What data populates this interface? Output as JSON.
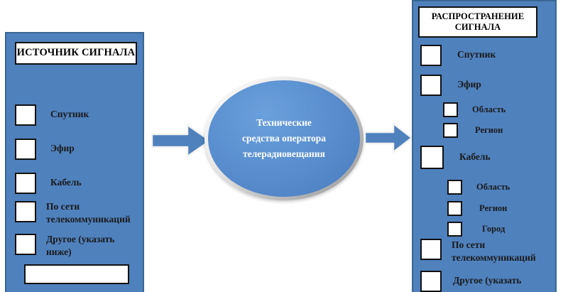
{
  "diagram": {
    "left_panel": {
      "title": "ИСТОЧНИК СИГНАЛА",
      "options": [
        {
          "label": "Спутник"
        },
        {
          "label": "Эфир"
        },
        {
          "label": "Кабель"
        },
        {
          "label": "По сети\nтелекоммуникаций"
        },
        {
          "label": "Другое (указать\nниже)"
        }
      ],
      "free_text_value": ""
    },
    "center": {
      "text": "Технические\nсредства оператора\nтелерадиовещания"
    },
    "right_panel": {
      "title": "РАСПРОСТРАНЕНИЕ\nСИГНАЛА",
      "options": [
        {
          "label": "Спутник"
        },
        {
          "label": "Эфир"
        },
        {
          "label": "Область"
        },
        {
          "label": "Регион"
        },
        {
          "label": "Кабель"
        },
        {
          "label": "Область"
        },
        {
          "label": "Регион"
        },
        {
          "label": "Город"
        },
        {
          "label": "По сети\nтелекоммуникаций"
        },
        {
          "label": "Другое (указать"
        }
      ]
    },
    "arrows": [
      {
        "name": "arrow-source-to-center"
      },
      {
        "name": "arrow-center-to-distribution"
      }
    ],
    "colors": {
      "panel_fill": "#4F81BD",
      "panel_border": "#3A6694",
      "ellipse_fill": "#5B90D0",
      "arrow_fill": "#4F81BD",
      "box_fill": "#FFFFFF",
      "text_dark": "#111111",
      "text_light": "#FFFFFF"
    }
  }
}
